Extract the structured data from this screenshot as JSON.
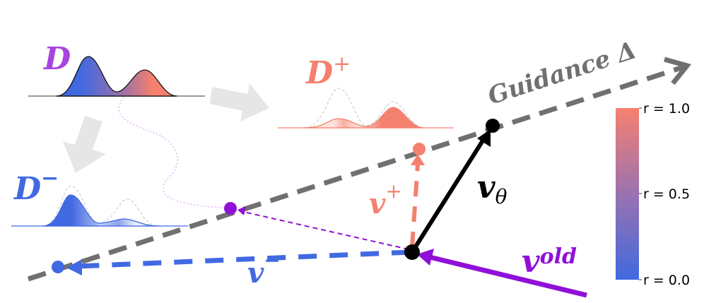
{
  "distributions": {
    "D": {
      "symbol": "D",
      "sup": "",
      "color": "#a845e0"
    },
    "D_plus": {
      "symbol": "D",
      "sup": "+",
      "color": "#f4806f"
    },
    "D_minus": {
      "symbol": "D",
      "sup": "−",
      "color": "#4169e1"
    }
  },
  "guidance": {
    "label": "Guidance Δ",
    "color": "#707070"
  },
  "vectors": {
    "v_theta": {
      "symbol": "v",
      "sub": "θ",
      "color": "#000000"
    },
    "v_plus": {
      "symbol": "v",
      "sup": "+",
      "color": "#f4806f"
    },
    "v_minus": {
      "symbol": "v",
      "sup": "−",
      "color": "#4169e1"
    },
    "v_old": {
      "symbol": "v",
      "sup": "old",
      "color": "#9010d8"
    }
  },
  "colorbar": {
    "ticks": [
      "r = 1.0",
      "r = 0.5",
      "r = 0.0"
    ],
    "color_high": "#f7806f",
    "color_low": "#4169e1"
  }
}
